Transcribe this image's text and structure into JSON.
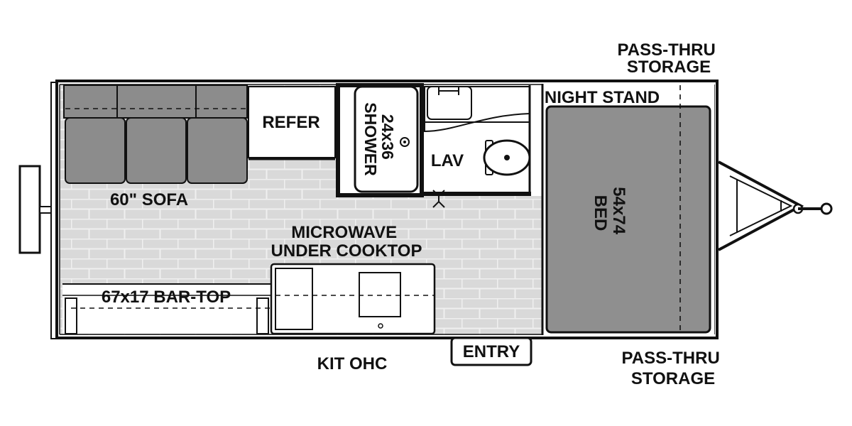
{
  "labels": {
    "pass_thru_top": [
      "PASS-THRU",
      "STORAGE"
    ],
    "pass_thru_bottom": [
      "PASS-THRU",
      "STORAGE"
    ],
    "night_stand": "NIGHT STAND",
    "refer": "REFER",
    "shower": [
      "24x36",
      "SHOWER"
    ],
    "lav": "LAV",
    "bed": [
      "54x74",
      "BED"
    ],
    "sofa": "60\" SOFA",
    "microwave": [
      "MICROWAVE",
      "UNDER COOKTOP"
    ],
    "bar_top": "67x17 BAR-TOP",
    "kit_ohc": "KIT OHC",
    "entry": "ENTRY"
  },
  "colors": {
    "floor": "#d9d9d9",
    "floor_grout": "#efefef",
    "furniture": "#8c8c8c",
    "bed": "#8f8f8f",
    "wall": "#111111",
    "white": "#ffffff"
  }
}
